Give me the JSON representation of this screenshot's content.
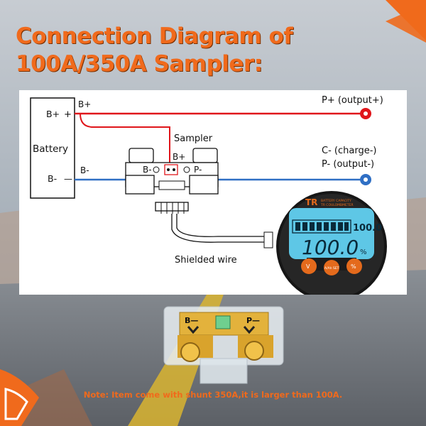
{
  "title": {
    "line1": "Connection Diagram of",
    "line2": "100A/350A Sampler:"
  },
  "diagram": {
    "battery": {
      "name": "Battery",
      "positive_label": "B+",
      "positive_sign": "+",
      "negative_label": "B-",
      "negative_sign": "—"
    },
    "wire_labels": {
      "b_plus_top": "B+",
      "b_minus_left": "B-"
    },
    "sampler": {
      "name": "Sampler",
      "b_plus": "B+",
      "b_minus": "B-",
      "p_minus": "P-"
    },
    "outputs": {
      "p_plus": "P+ (output+)",
      "c_minus": "C- (charge-)",
      "p_minus": "P- (output-)"
    },
    "shielded_wire": "Shielded wire",
    "meter": {
      "brand": "TR",
      "subtitle1": "BATTERY CAPACITY",
      "subtitle2": "TR COULOMBMETER",
      "reading": "100.0",
      "unit": "%",
      "buttons": [
        "V",
        "A/Ah SET",
        "%"
      ]
    }
  },
  "shunt": {
    "label_left": "B—",
    "label_right": "P—"
  },
  "note": "Note: Item come with shunt 350A,it is larger than 100A.",
  "colors": {
    "accent": "#f06a1c",
    "wire_red": "#e0161b",
    "wire_blue": "#2f6fc4",
    "lcd": "#5ec7e6"
  }
}
